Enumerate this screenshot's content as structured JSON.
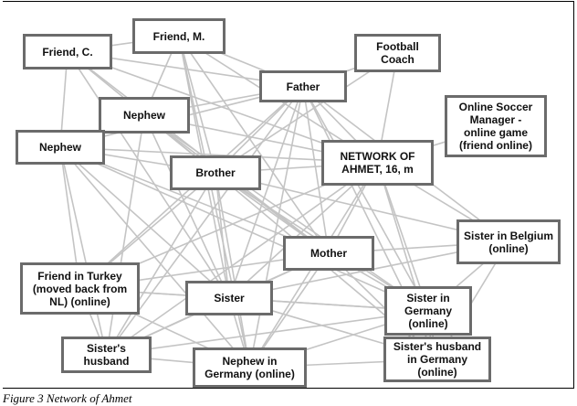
{
  "diagram": {
    "nodes": [
      {
        "id": "friend_c",
        "label": "Friend, C."
      },
      {
        "id": "friend_m",
        "label": "Friend, M."
      },
      {
        "id": "football_coach",
        "label": "Football Coach"
      },
      {
        "id": "father",
        "label": "Father"
      },
      {
        "id": "online_soccer",
        "label": "Online Soccer\nManager -\nonline game\n(friend online)"
      },
      {
        "id": "nephew_top",
        "label": "Nephew"
      },
      {
        "id": "nephew_left",
        "label": "Nephew"
      },
      {
        "id": "brother",
        "label": "Brother"
      },
      {
        "id": "network",
        "label": "NETWORK OF\nAHMET, 16, m"
      },
      {
        "id": "sister_belgium",
        "label": "Sister in Belgium\n(online)"
      },
      {
        "id": "mother",
        "label": "Mother"
      },
      {
        "id": "friend_turkey",
        "label": "Friend in Turkey\n(moved back from\nNL) (online)"
      },
      {
        "id": "sister",
        "label": "Sister"
      },
      {
        "id": "sister_germany",
        "label": "Sister in\nGermany\n(online)"
      },
      {
        "id": "sisters_husband",
        "label": "Sister's\nhusband"
      },
      {
        "id": "nephew_germany",
        "label": "Nephew in\nGermany (online)"
      },
      {
        "id": "sisters_husband_germany",
        "label": "Sister's husband\nin Germany\n(online)"
      }
    ],
    "edges": [
      [
        "friend_c",
        "father"
      ],
      [
        "friend_c",
        "brother"
      ],
      [
        "friend_c",
        "mother"
      ],
      [
        "friend_c",
        "network"
      ],
      [
        "friend_c",
        "sister"
      ],
      [
        "friend_m",
        "father"
      ],
      [
        "friend_m",
        "brother"
      ],
      [
        "friend_m",
        "network"
      ],
      [
        "friend_m",
        "mother"
      ],
      [
        "friend_m",
        "sister"
      ],
      [
        "friend_m",
        "nephew_germany"
      ],
      [
        "football_coach",
        "father"
      ],
      [
        "football_coach",
        "network"
      ],
      [
        "football_coach",
        "brother"
      ],
      [
        "father",
        "nephew_top"
      ],
      [
        "father",
        "nephew_left"
      ],
      [
        "father",
        "brother"
      ],
      [
        "father",
        "network"
      ],
      [
        "father",
        "mother"
      ],
      [
        "father",
        "sister"
      ],
      [
        "father",
        "sister_germany"
      ],
      [
        "father",
        "sisters_husband"
      ],
      [
        "father",
        "nephew_germany"
      ],
      [
        "father",
        "sister_belgium"
      ],
      [
        "father",
        "friend_turkey"
      ],
      [
        "father",
        "sisters_husband_germany"
      ],
      [
        "online_soccer",
        "network"
      ],
      [
        "nephew_top",
        "nephew_left"
      ],
      [
        "nephew_top",
        "brother"
      ],
      [
        "nephew_top",
        "network"
      ],
      [
        "nephew_top",
        "mother"
      ],
      [
        "nephew_top",
        "sister"
      ],
      [
        "nephew_top",
        "sister_germany"
      ],
      [
        "nephew_top",
        "sisters_husband"
      ],
      [
        "nephew_left",
        "brother"
      ],
      [
        "nephew_left",
        "network"
      ],
      [
        "nephew_left",
        "mother"
      ],
      [
        "nephew_left",
        "sister"
      ],
      [
        "nephew_left",
        "sisters_husband"
      ],
      [
        "nephew_left",
        "friend_turkey"
      ],
      [
        "nephew_left",
        "nephew_germany"
      ],
      [
        "nephew_left",
        "sister_germany"
      ],
      [
        "brother",
        "network"
      ],
      [
        "brother",
        "mother"
      ],
      [
        "brother",
        "sister"
      ],
      [
        "brother",
        "friend_turkey"
      ],
      [
        "brother",
        "sisters_husband"
      ],
      [
        "brother",
        "nephew_germany"
      ],
      [
        "brother",
        "sister_germany"
      ],
      [
        "brother",
        "sister_belgium"
      ],
      [
        "brother",
        "sisters_husband_germany"
      ],
      [
        "network",
        "mother"
      ],
      [
        "network",
        "sister"
      ],
      [
        "network",
        "sister_belgium"
      ],
      [
        "network",
        "sister_germany"
      ],
      [
        "network",
        "sisters_husband_germany"
      ],
      [
        "network",
        "nephew_germany"
      ],
      [
        "network",
        "sisters_husband"
      ],
      [
        "network",
        "friend_turkey"
      ],
      [
        "mother",
        "sister"
      ],
      [
        "mother",
        "sister_belgium"
      ],
      [
        "mother",
        "sister_germany"
      ],
      [
        "mother",
        "sisters_husband_germany"
      ],
      [
        "mother",
        "nephew_germany"
      ],
      [
        "mother",
        "sisters_husband"
      ],
      [
        "mother",
        "friend_turkey"
      ],
      [
        "sister",
        "friend_turkey"
      ],
      [
        "sister",
        "sisters_husband"
      ],
      [
        "sister",
        "nephew_germany"
      ],
      [
        "sister",
        "sister_germany"
      ],
      [
        "sister",
        "sisters_husband_germany"
      ],
      [
        "sister",
        "sister_belgium"
      ],
      [
        "sister_germany",
        "sisters_husband_germany"
      ],
      [
        "sister_germany",
        "nephew_germany"
      ],
      [
        "sister_germany",
        "sister_belgium"
      ],
      [
        "sister_germany",
        "sisters_husband"
      ],
      [
        "friend_turkey",
        "sisters_husband"
      ],
      [
        "friend_turkey",
        "nephew_germany"
      ],
      [
        "friend_turkey",
        "sister_germany"
      ],
      [
        "sisters_husband",
        "nephew_germany"
      ],
      [
        "nephew_germany",
        "sisters_husband_germany"
      ],
      [
        "sister_belgium",
        "sisters_husband_germany"
      ],
      [
        "friend_c",
        "nephew_left"
      ],
      [
        "friend_m",
        "nephew_top"
      ],
      [
        "friend_m",
        "friend_c"
      ]
    ],
    "colors": {
      "edge": "#c4c4c4",
      "node_border": "#6b6b6b",
      "node_fill": "#ffffff"
    }
  },
  "caption": "Figure 3 Network of Ahmet"
}
